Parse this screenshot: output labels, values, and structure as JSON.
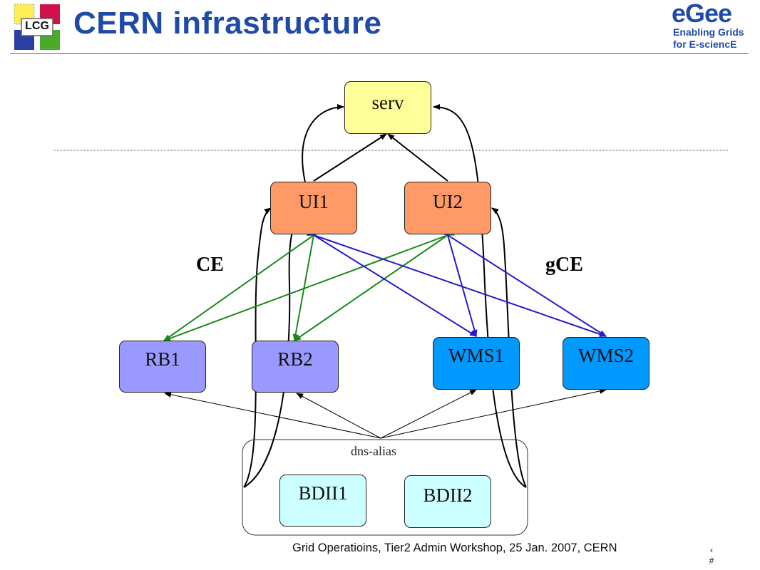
{
  "slide": {
    "title": "CERN infrastructure",
    "footer": "Grid Operatioins, Tier2 Admin Workshop, 25 Jan. 2007, CERN",
    "page_marker_top": "‹",
    "page_marker_bottom": "#"
  },
  "logos": {
    "left": {
      "text": "LCG"
    },
    "right": {
      "word": "eGee",
      "line1": "Enabling Grids",
      "line2": "for E-sciencE"
    }
  },
  "nodes": {
    "serv": "serv",
    "ui1": "UI1",
    "ui2": "UI2",
    "rb1": "RB1",
    "rb2": "RB2",
    "wms1": "WMS1",
    "wms2": "WMS2",
    "bdii1": "BDII1",
    "bdii2": "BDII2"
  },
  "labels": {
    "ce": "CE",
    "gce": "gCE",
    "dns_alias": "dns-alias"
  },
  "colors": {
    "title": "#1f4aa8",
    "serv": "#ffff99",
    "ui": "#ff9966",
    "rb": "#9999ff",
    "wms": "#0099ff",
    "bdii": "#ccffff",
    "green_arrow": "#1a8a1a",
    "blue_arrow": "#2a1acc"
  }
}
